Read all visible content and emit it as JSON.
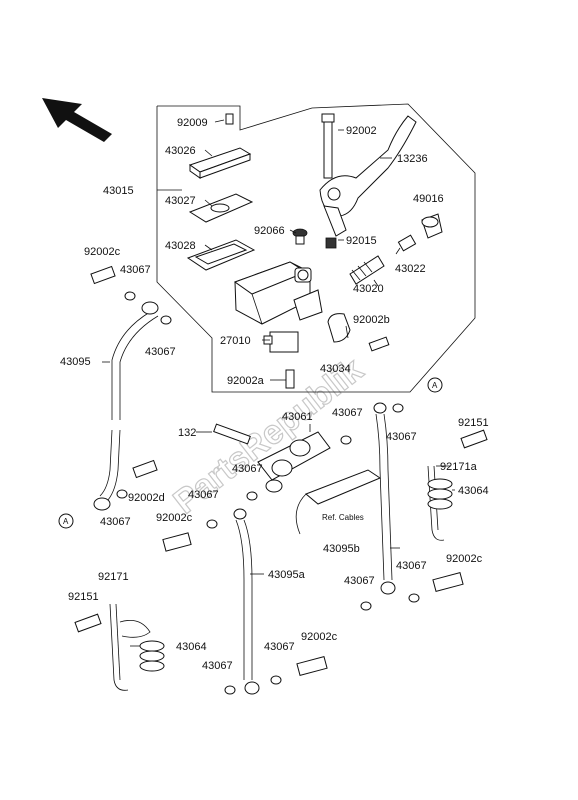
{
  "watermark": "PartsRepublik",
  "ref_note": "Ref. Cables",
  "labels": {
    "p92009": "92009",
    "p43026": "43026",
    "p43015": "43015",
    "p43027": "43027",
    "p43028": "43028",
    "p92066": "92066",
    "p92002_top": "92002",
    "p13236": "13236",
    "p49016": "49016",
    "p92015": "92015",
    "p43022": "43022",
    "p43020": "43020",
    "p92002b": "92002b",
    "p27010": "27010",
    "p43034": "43034",
    "p92002a": "92002a",
    "p92002c_tl": "92002c",
    "p43067_tl": "43067",
    "p43067_tl2": "43067",
    "p43095": "43095",
    "p92002d": "92002d",
    "p43067_bl": "43067",
    "p132": "132",
    "p43061": "43061",
    "p43067_mid": "43067",
    "p43067_mid2": "43067",
    "p43067_mid3": "43067",
    "p43067_ra": "43067",
    "p92151_r": "92151",
    "p92171a": "92171a",
    "p43064_r": "43064",
    "p92002c_mid": "92002c",
    "p43095b": "43095b",
    "p43067_rb": "43067",
    "p43067_rb2": "43067",
    "p92002c_r": "92002c",
    "p92171": "92171",
    "p92151_l": "92151",
    "p43064_l": "43064",
    "p43095a": "43095a",
    "p43067_b1": "43067",
    "p43067_b2": "43067",
    "p92002c_b": "92002c"
  },
  "markers": {
    "a_left": "A",
    "a_right": "A"
  },
  "icons": {
    "direction": "front-arrow-icon"
  }
}
